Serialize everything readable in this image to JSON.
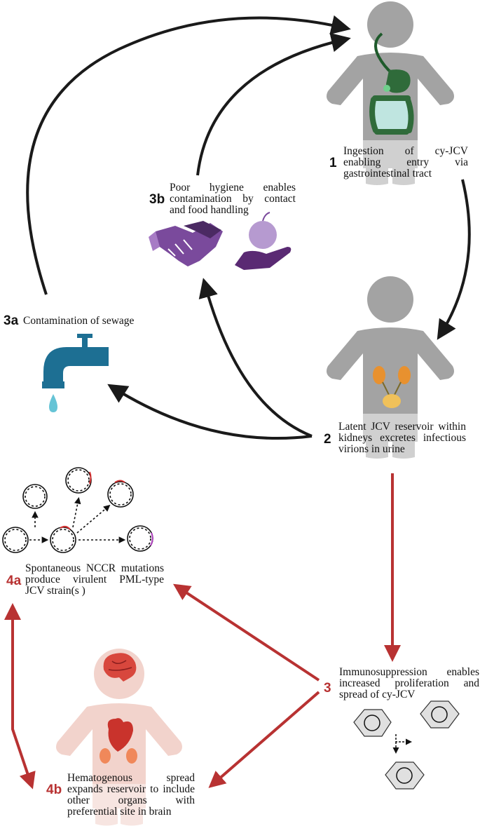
{
  "steps": {
    "s1": {
      "num": "1",
      "text": "Ingestion of cy-JCV enabling entry via gastrointestinal tract"
    },
    "s2": {
      "num": "2",
      "text": "Latent JCV reservoir within kidneys excretes infectious virions in urine"
    },
    "s3": {
      "num": "3",
      "text": "Immunosuppression enables increased proliferation and spread of cy-JCV"
    },
    "s3a": {
      "num": "3a",
      "text": "Contamination of sewage"
    },
    "s3b": {
      "num": "3b",
      "text": "Poor hygiene enables contamination by contact and food handling"
    },
    "s4a": {
      "num": "4a",
      "text": "Spontaneous NCCR mutations produce virulent PML-type JCV strain(s )"
    },
    "s4b": {
      "num": "4b",
      "text": "Hematogenous spread expands reservoir to include other organs with preferential site in brain"
    }
  },
  "colors": {
    "cycle_arrow": "#1a1a1a",
    "progression_arrow": "#b83232",
    "body_gray": "#a3a3a3",
    "body_pink": "#f2d3cc",
    "purple": "#7a4a9c",
    "tap_blue": "#1d6f93",
    "drop_cyan": "#66c4d6",
    "kidney_orange": "#e8912f",
    "gut_green": "#2f6b3a"
  },
  "icons": [
    "human-gut-figure",
    "human-kidney-figure",
    "human-brain-heart-figure",
    "handshake-icon",
    "hand-apple-icon",
    "water-tap-icon",
    "dna-circle-icon",
    "virus-capsid-icon"
  ]
}
